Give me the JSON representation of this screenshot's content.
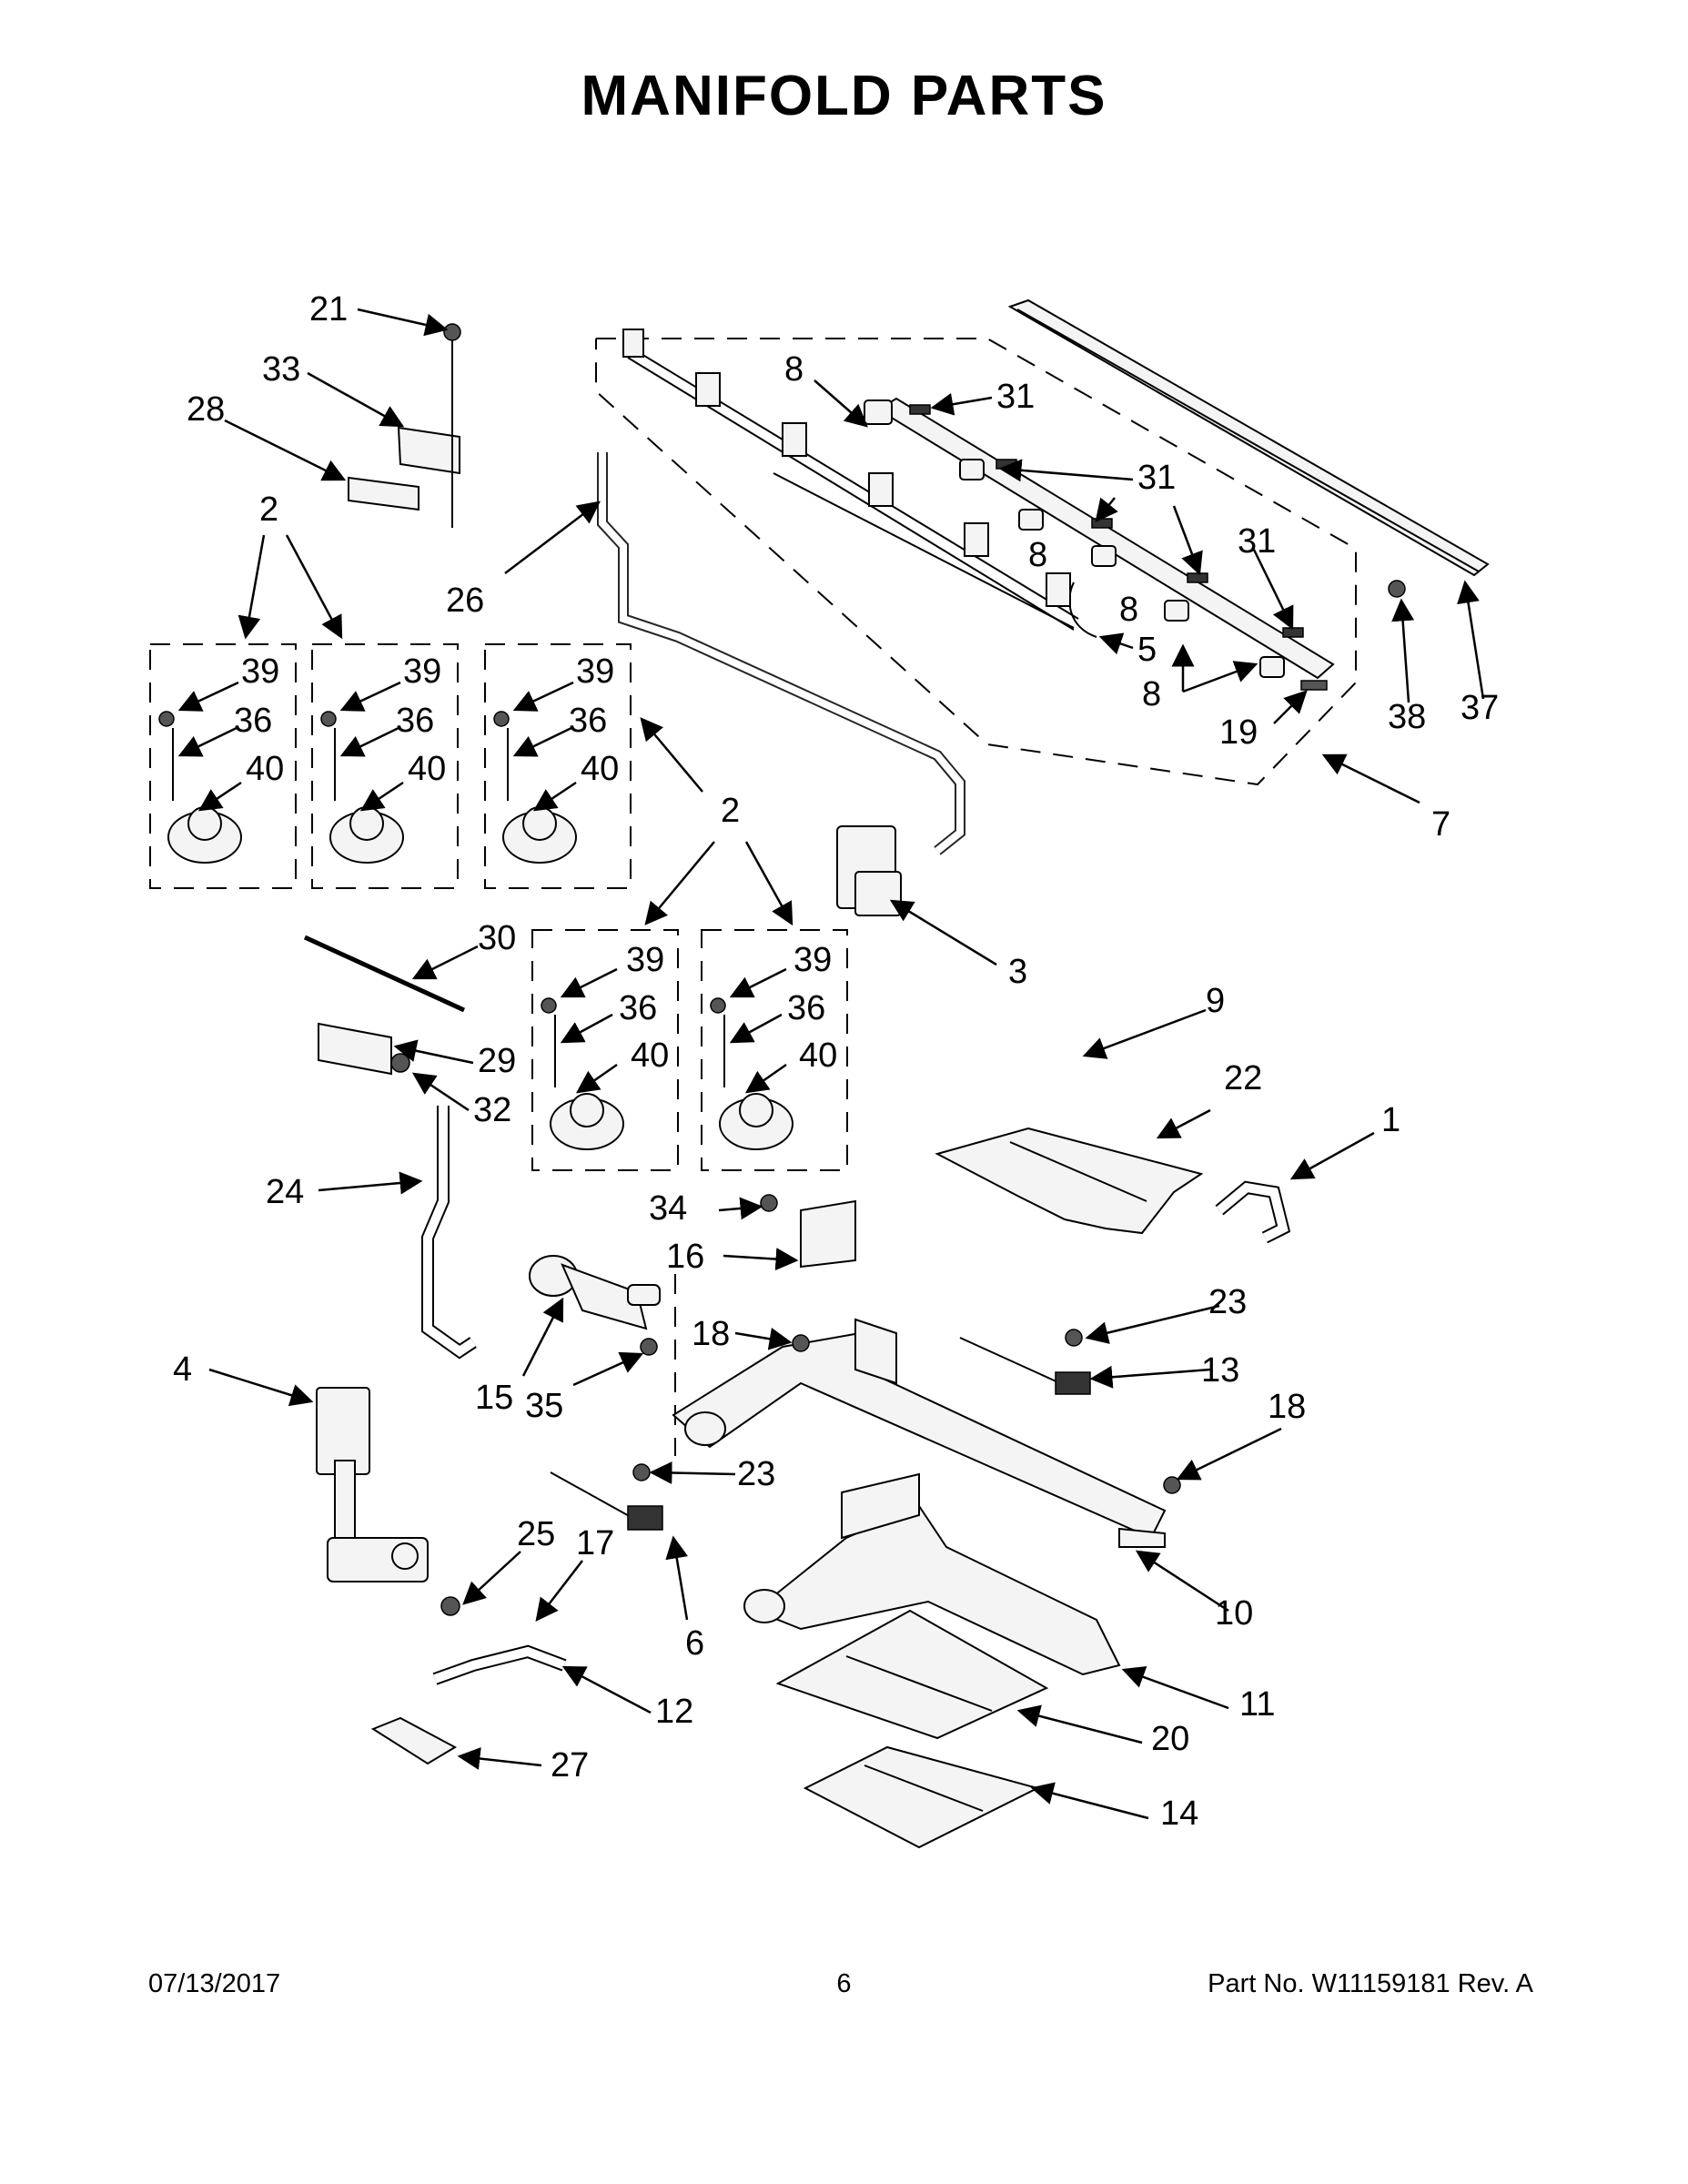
{
  "title": "MANIFOLD PARTS",
  "callouts": [
    "21",
    "33",
    "28",
    "2",
    "26",
    "8",
    "31",
    "31",
    "8",
    "31",
    "8",
    "5",
    "31",
    "8",
    "19",
    "38",
    "37",
    "7",
    "39",
    "36",
    "40",
    "39",
    "36",
    "40",
    "39",
    "36",
    "40",
    "2",
    "3",
    "30",
    "29",
    "32",
    "39",
    "36",
    "40",
    "39",
    "36",
    "40",
    "9",
    "22",
    "1",
    "24",
    "34",
    "16",
    "4",
    "15",
    "35",
    "18",
    "23",
    "13",
    "18",
    "23",
    "25",
    "17",
    "6",
    "12",
    "10",
    "11",
    "27",
    "20",
    "14"
  ],
  "footer": {
    "date": "07/13/2017",
    "page": "6",
    "part_info": "Part No.  W11159181  Rev.  A"
  }
}
